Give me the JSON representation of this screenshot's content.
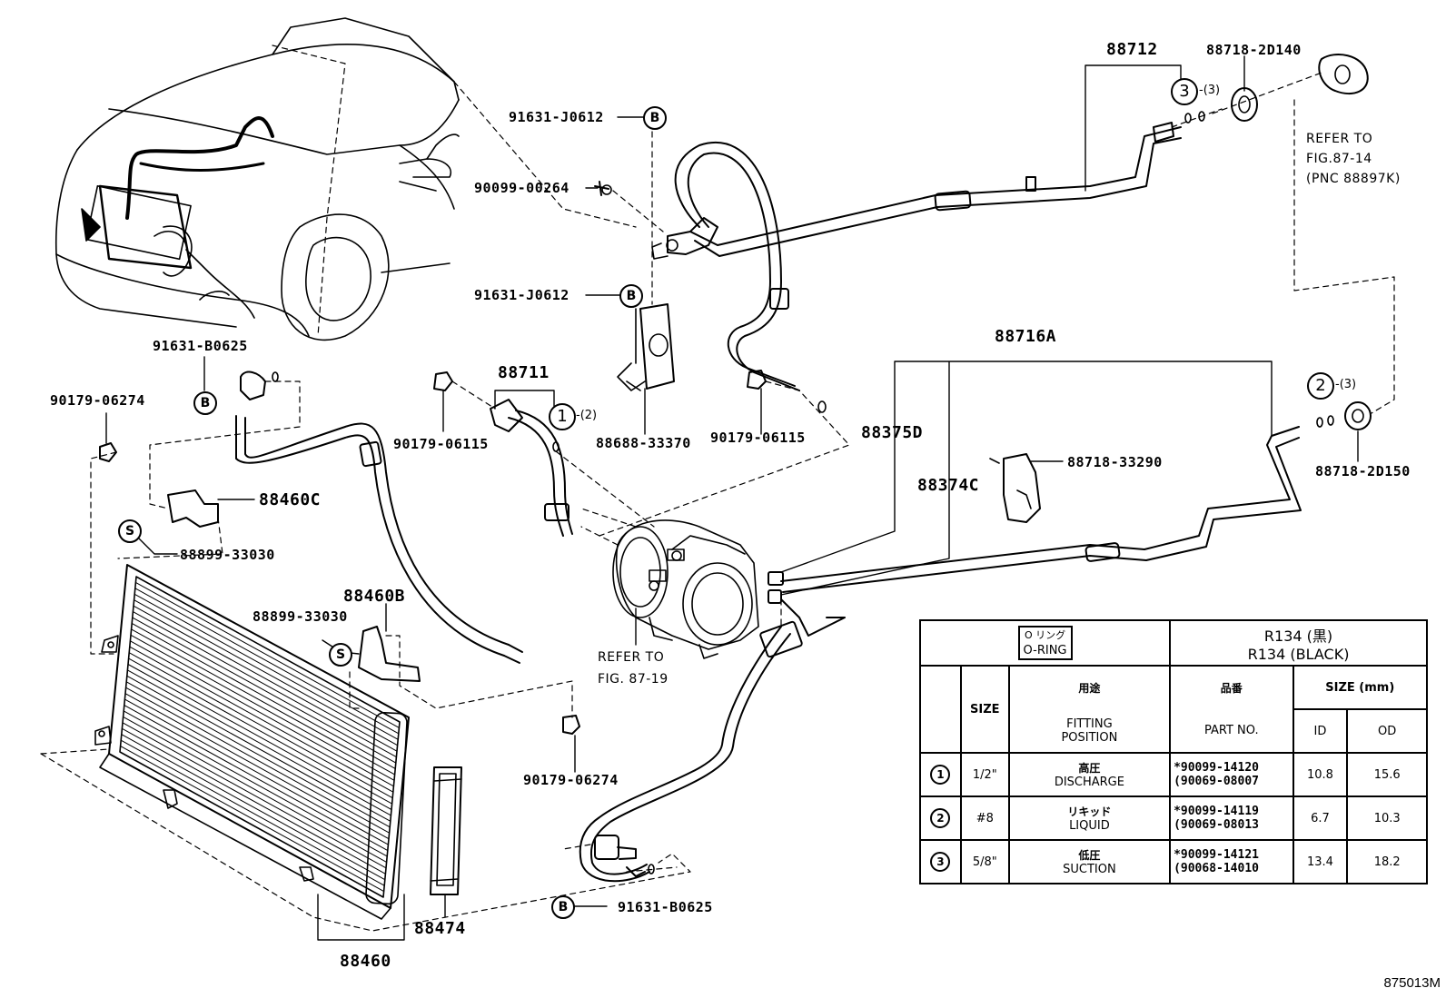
{
  "labels": {
    "p88712": "88712",
    "p88718_2D140": "88718-2D140",
    "refer_8714": "REFER TO",
    "refer_8714_fig": "FIG.87-14",
    "refer_8714_pnc": "(PNC 88897K)",
    "p91631_J0612_a": "91631-J0612",
    "p90099_00264": "90099-00264",
    "p91631_J0612_b": "91631-J0612",
    "p91631_B0625_a": "91631-B0625",
    "p90179_06274_a": "90179-06274",
    "p88711": "88711",
    "p90179_06115_a": "90179-06115",
    "p88688_33370": "88688-33370",
    "p90179_06115_b": "90179-06115",
    "p88716A": "88716A",
    "p88375D": "88375D",
    "p88374C": "88374C",
    "p88718_33290": "88718-33290",
    "p88718_2D150": "88718-2D150",
    "p88460C": "88460C",
    "p88899_33030_a": "88899-33030",
    "p88460B": "88460B",
    "p88899_33030_b": "88899-33030",
    "refer_8719": "REFER TO",
    "refer_8719_fig": "FIG. 87-19",
    "p90179_06274_b": "90179-06274",
    "p91631_B0625_b": "91631-B0625",
    "p88474": "88474",
    "p88460": "88460",
    "doc_ref": "875013M"
  },
  "markers": {
    "B": "B",
    "S": "S",
    "one": "1",
    "two": "2",
    "three": "3",
    "qty1": "-(2)",
    "qty2": "-(3)",
    "qty3": "-(3)"
  },
  "table": {
    "oring_jp": "O リング",
    "oring_en": "O-RING",
    "r134_line1": "R134 (黒)",
    "r134_line2": "R134 (BLACK)",
    "h_size": "SIZE",
    "h_fit_jp": "用途",
    "h_fit_en1": "FITTING",
    "h_fit_en2": "POSITION",
    "h_part_jp": "品番",
    "h_part_en": "PART NO.",
    "h_sizemm": "SIZE (mm)",
    "h_id": "ID",
    "h_od": "OD",
    "rows": [
      {
        "mark": "1",
        "size": "1/2\"",
        "fit_jp": "高圧",
        "fit_en": "DISCHARGE",
        "part1": "*90099-14120",
        "part2": "(90069-08007",
        "id": "10.8",
        "od": "15.6"
      },
      {
        "mark": "2",
        "size": "#8",
        "fit_jp": "リキッド",
        "fit_en": "LIQUID",
        "part1": "*90099-14119",
        "part2": "(90069-08013",
        "id": "6.7",
        "od": "10.3"
      },
      {
        "mark": "3",
        "size": "5/8\"",
        "fit_jp": "低圧",
        "fit_en": "SUCTION",
        "part1": "*90099-14121",
        "part2": "(90068-14010",
        "id": "13.4",
        "od": "18.2"
      }
    ]
  }
}
